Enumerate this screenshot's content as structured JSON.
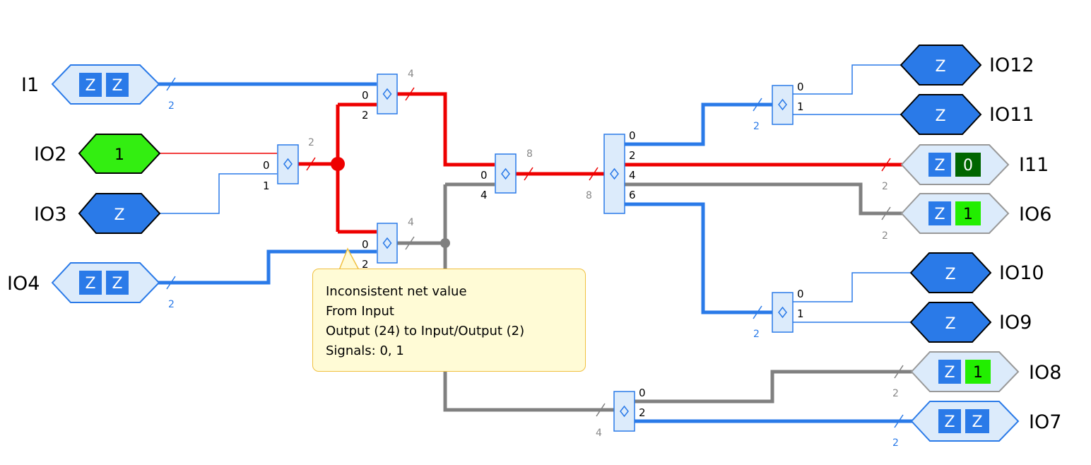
{
  "pins_left": [
    {
      "id": "I1",
      "label": "I1",
      "kind": "bus",
      "values": [
        "Z",
        "Z"
      ],
      "width": "2"
    },
    {
      "id": "IO2",
      "label": "IO2",
      "kind": "single",
      "values": [
        "1"
      ],
      "state": "high"
    },
    {
      "id": "IO3",
      "label": "IO3",
      "kind": "single",
      "values": [
        "Z"
      ],
      "state": "z"
    },
    {
      "id": "IO4",
      "label": "IO4",
      "kind": "bus",
      "values": [
        "Z",
        "Z"
      ],
      "width": "2"
    }
  ],
  "pins_right": [
    {
      "id": "IO12",
      "label": "IO12",
      "kind": "single",
      "values": [
        "Z"
      ]
    },
    {
      "id": "IO11",
      "label": "IO11",
      "kind": "single",
      "values": [
        "Z"
      ]
    },
    {
      "id": "I11",
      "label": "I11",
      "kind": "bus",
      "values": [
        "Z",
        "0"
      ],
      "width": "2"
    },
    {
      "id": "IO6",
      "label": "IO6",
      "kind": "bus",
      "values": [
        "Z",
        "1"
      ],
      "width": "2"
    },
    {
      "id": "IO10",
      "label": "IO10",
      "kind": "single",
      "values": [
        "Z"
      ]
    },
    {
      "id": "IO9",
      "label": "IO9",
      "kind": "single",
      "values": [
        "Z"
      ]
    },
    {
      "id": "IO8",
      "label": "IO8",
      "kind": "bus",
      "values": [
        "Z",
        "1"
      ],
      "width": "2"
    },
    {
      "id": "IO7",
      "label": "IO7",
      "kind": "bus",
      "values": [
        "Z",
        "Z"
      ],
      "width": "2"
    }
  ],
  "splitters": {
    "s_io2_io3": {
      "ports": [
        "0",
        "1"
      ],
      "bus_width": "2"
    },
    "s_top": {
      "ports": [
        "0",
        "2"
      ],
      "bus_width": "4"
    },
    "s_bottom": {
      "ports": [
        "0",
        "2"
      ],
      "bus_width": "4"
    },
    "s_mid": {
      "ports": [
        "0",
        "4"
      ],
      "bus_width": "8"
    },
    "s_big": {
      "ports": [
        "0",
        "2",
        "4",
        "6"
      ],
      "bus_width": "8"
    },
    "s_io12_io11": {
      "ports": [
        "0",
        "1"
      ],
      "bus_width": "2"
    },
    "s_io10_io9": {
      "ports": [
        "0",
        "1"
      ],
      "bus_width": "2"
    },
    "s_io8_io7": {
      "ports": [
        "0",
        "2"
      ],
      "bus_width": "4"
    }
  },
  "tooltip": {
    "lines": [
      "Inconsistent net value",
      "From Input",
      "Output (24) to Input/Output (2)",
      "Signals: 0, 1"
    ]
  },
  "colors": {
    "bus_blue": "#2a7ae8",
    "error_red": "#ee0000",
    "wire_gray": "#808080",
    "pin_fill_light": "#dcebfb",
    "pin_fill_blue": "#2a7ae8",
    "pin_fill_green": "#33ee11",
    "value_dark_green": "#006600",
    "value_bright_green": "#22ee00"
  }
}
